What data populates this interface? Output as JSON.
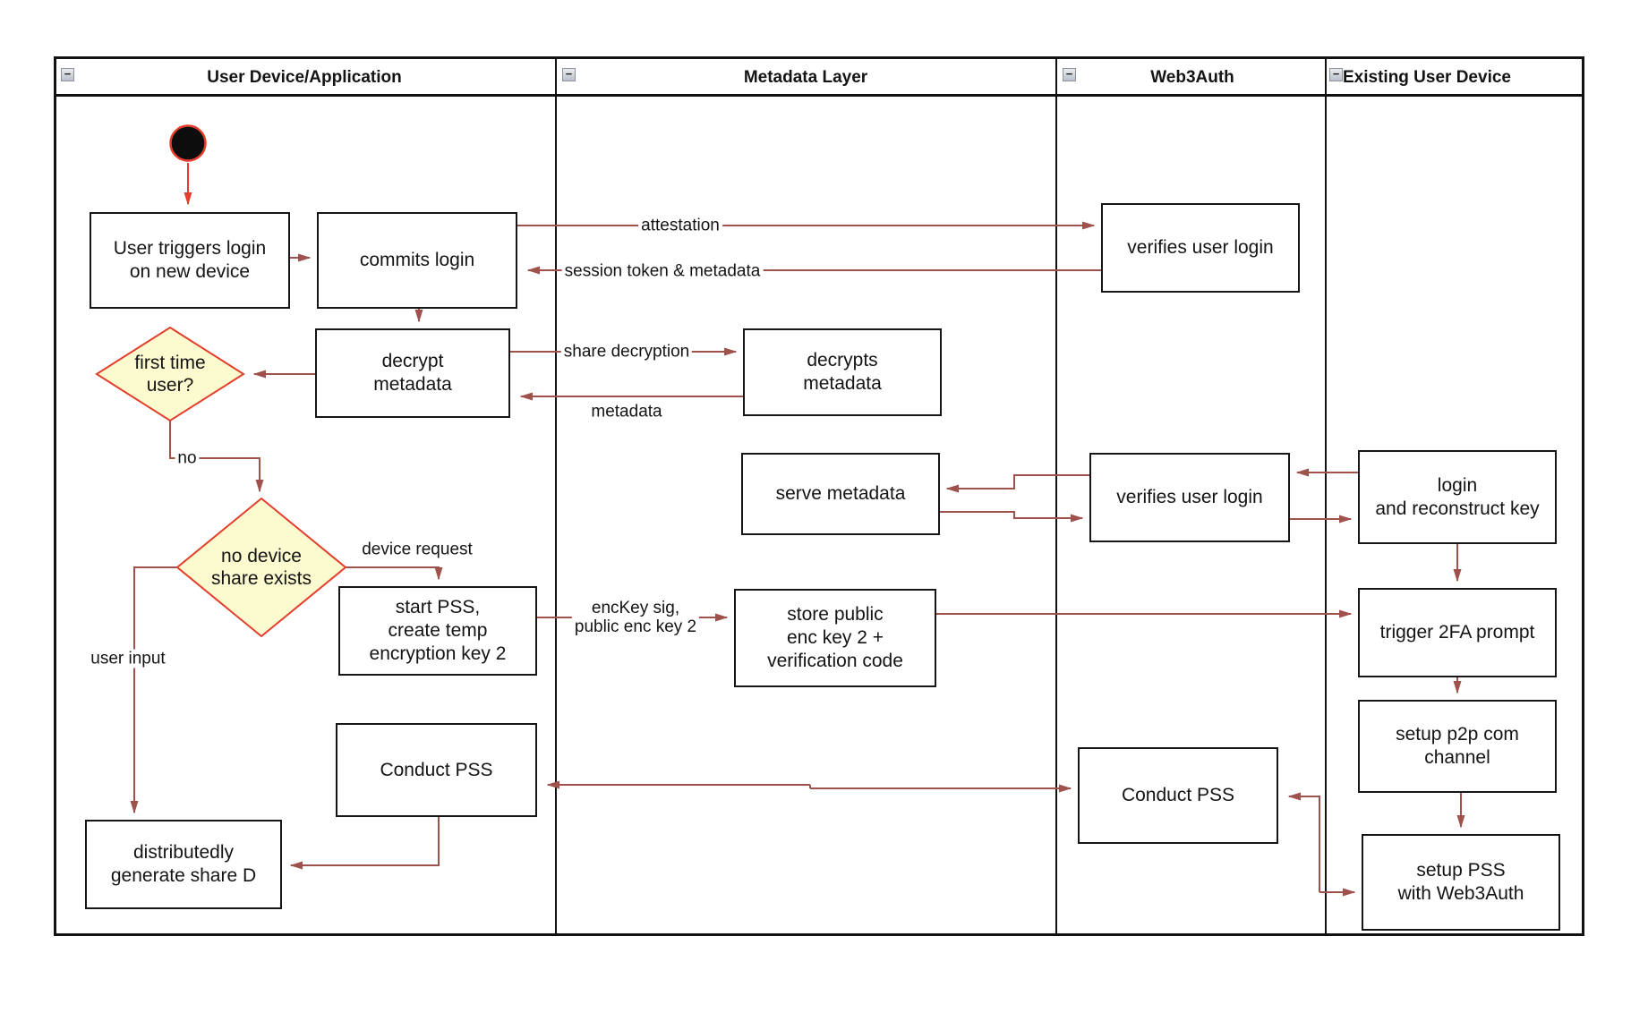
{
  "lanes": [
    {
      "id": "user-device",
      "title": "User Device/Application"
    },
    {
      "id": "metadata-layer",
      "title": "Metadata Layer"
    },
    {
      "id": "web3auth",
      "title": "Web3Auth"
    },
    {
      "id": "existing-device",
      "title": "Existing User Device"
    }
  ],
  "icons": {
    "collapse_glyph": "−",
    "collapse_name": "minus-collapse-icon",
    "start_name": "start-node"
  },
  "nodes": {
    "user_triggers": {
      "label": "User triggers login\non new device"
    },
    "commits_login": {
      "label": "commits login"
    },
    "decrypt_metadata": {
      "label": "decrypt\nmetadata"
    },
    "decrypts_metadata": {
      "label": "decrypts\nmetadata"
    },
    "serve_metadata": {
      "label": "serve metadata"
    },
    "verifies_login_1": {
      "label": "verifies user login"
    },
    "verifies_login_2": {
      "label": "verifies user login"
    },
    "login_reconstruct": {
      "label": "login\nand reconstruct key"
    },
    "trigger_2fa": {
      "label": "trigger 2FA prompt"
    },
    "setup_p2p": {
      "label": "setup p2p com\nchannel"
    },
    "setup_pss": {
      "label": "setup PSS\nwith Web3Auth"
    },
    "start_pss": {
      "label": "start PSS,\ncreate temp\nencryption key 2"
    },
    "store_public": {
      "label": "store public\nenc key 2 +\nverification code"
    },
    "conduct_pss_left": {
      "label": "Conduct PSS"
    },
    "conduct_pss_w3a": {
      "label": "Conduct PSS"
    },
    "distributedly": {
      "label": "distributedly\ngenerate share D"
    },
    "first_time_user": {
      "label": "first time\nuser?"
    },
    "no_device_share": {
      "label": "no device\nshare exists"
    }
  },
  "edge_labels": {
    "attestation": "attestation",
    "session_token": "session token & metadata",
    "share_decryption": "share decryption",
    "metadata": "metadata",
    "no": "no",
    "device_request": "device request",
    "user_input": "user input",
    "enckey": "encKey sig,\npublic enc key 2"
  },
  "colors": {
    "arrow": "#9F514C",
    "accent_red": "#E33E2B",
    "diamond_fill": "#FBFBCF",
    "node_border": "#161616",
    "lane_border": "#111111"
  }
}
